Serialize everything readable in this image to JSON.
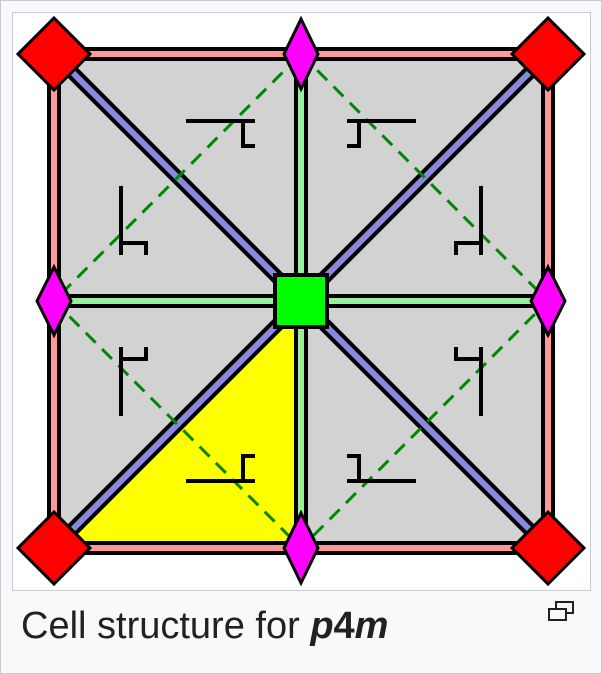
{
  "caption": {
    "prefix": "Cell structure for ",
    "bold_p": "p",
    "bold_4": "4",
    "bold_m": "m"
  },
  "icons": {
    "enlarge": "enlarge-icon"
  },
  "colors": {
    "cell_fill": "#d2d2d2",
    "fundamental_domain": "#ffff00",
    "center_square": "#00ff00",
    "corner_diamonds": "#ff0000",
    "edge_diamonds": "#ff00ff",
    "border_stripe": "#ff9999",
    "axis_stripe": "#99ee99",
    "diagonal_stripe": "#8888dd",
    "glide_lines": "#008800",
    "text": "#202122"
  }
}
